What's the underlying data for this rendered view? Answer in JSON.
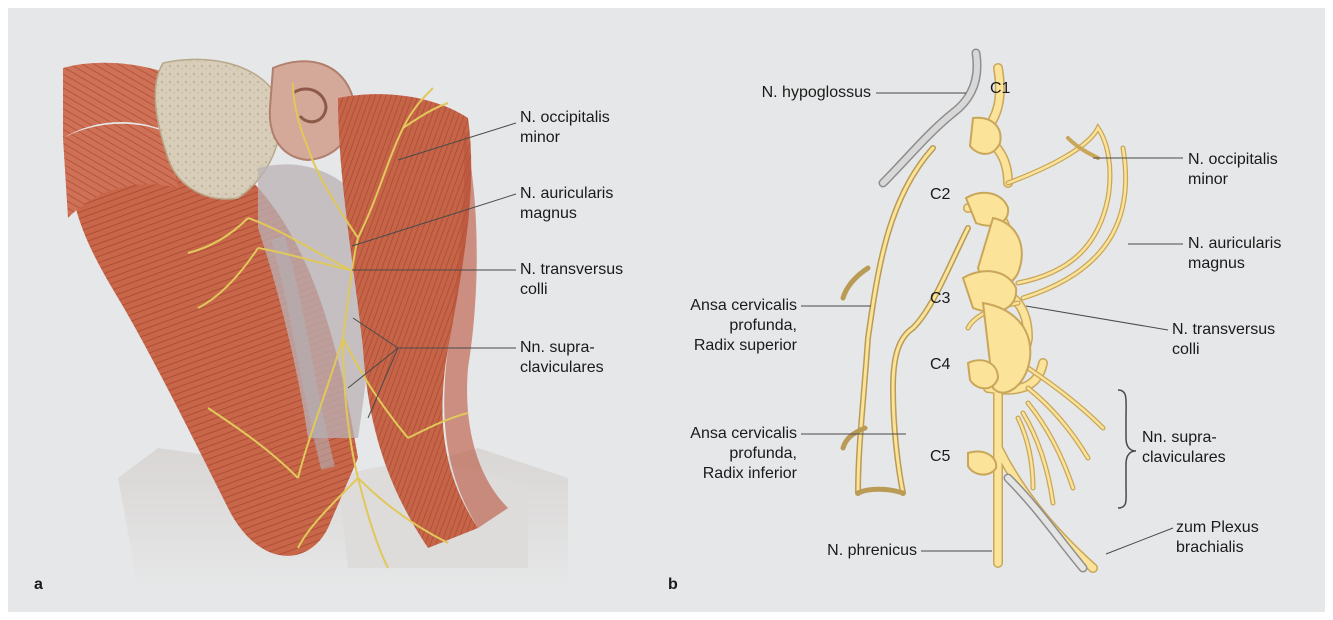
{
  "panel_a": {
    "letter": "a",
    "labels": [
      {
        "lines": [
          "N. occipitalis",
          "minor"
        ]
      },
      {
        "lines": [
          "N. auricularis",
          "magnus"
        ]
      },
      {
        "lines": [
          "N. transversus",
          "colli"
        ]
      },
      {
        "lines": [
          "Nn. supra-",
          "claviculares"
        ]
      }
    ]
  },
  "panel_b": {
    "letter": "b",
    "segments": [
      "C1",
      "C2",
      "C3",
      "C4",
      "C5"
    ],
    "left_labels": [
      {
        "lines": [
          "N. hypoglossus"
        ]
      },
      {
        "lines": [
          "Ansa cervicalis",
          "profunda,",
          "Radix superior"
        ]
      },
      {
        "lines": [
          "Ansa cervicalis",
          "profunda,",
          "Radix inferior"
        ]
      },
      {
        "lines": [
          "N. phrenicus"
        ]
      }
    ],
    "right_labels": [
      {
        "lines": [
          "N. occipitalis",
          "minor"
        ]
      },
      {
        "lines": [
          "N. auricularis",
          "magnus"
        ]
      },
      {
        "lines": [
          "N. transversus",
          "colli"
        ]
      },
      {
        "lines": [
          "Nn. supra-",
          "claviculares"
        ]
      },
      {
        "lines": [
          "zum Plexus",
          "brachialis"
        ]
      }
    ]
  },
  "colors": {
    "background": "#e6e7e8",
    "nerve_fill": "#fbe39a",
    "nerve_outline": "#c9a65a",
    "muscle": "#c9694d",
    "muscle_dark": "#a84a33",
    "bone": "#d8cbb4",
    "leader_line": "#333333"
  }
}
